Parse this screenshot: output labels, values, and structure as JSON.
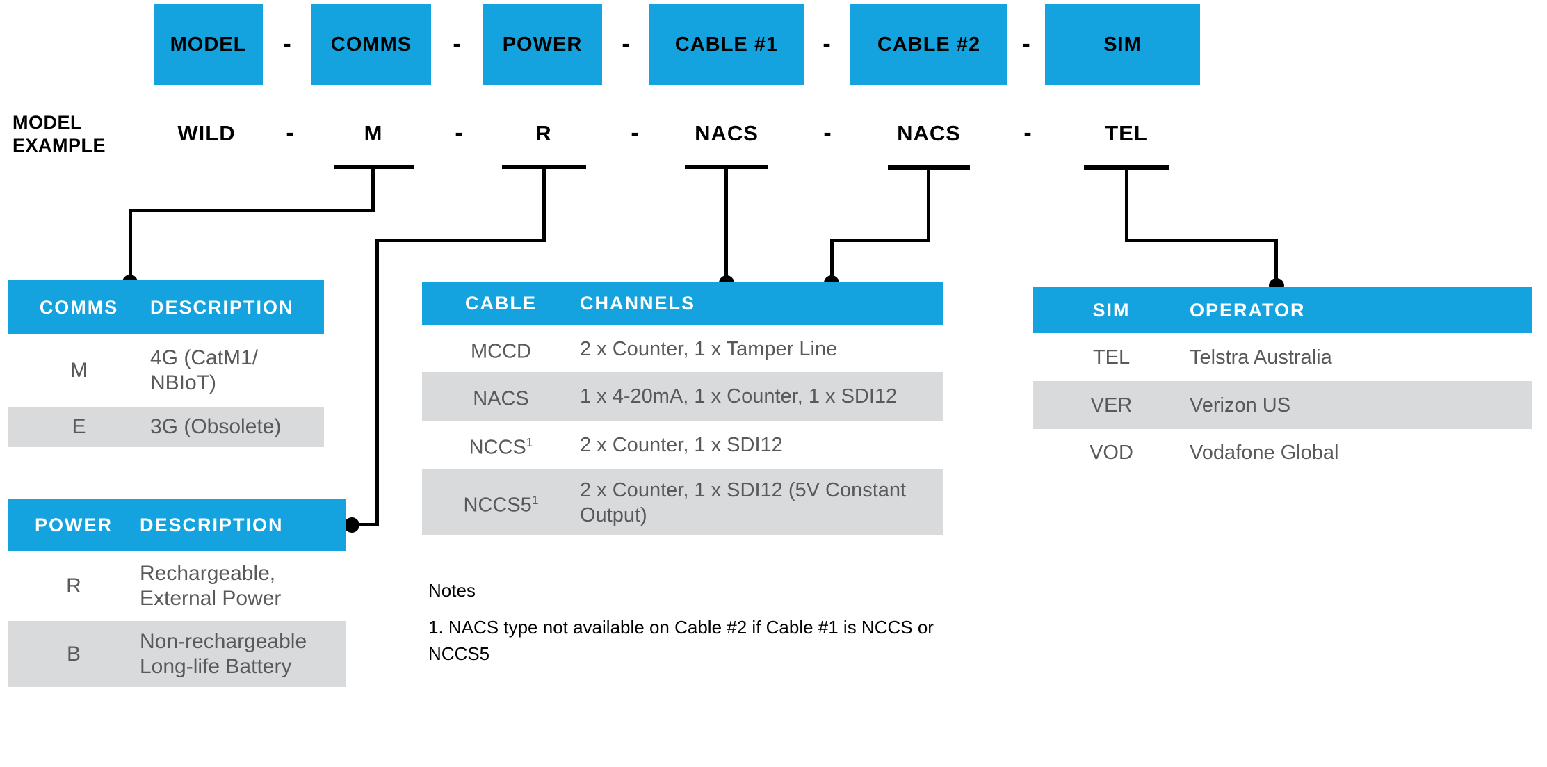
{
  "palette": {
    "accent_blue": "#14A3DE",
    "row_gray": "#D8DADC",
    "table_text_gray": "#58595B",
    "line_black": "#000000"
  },
  "code_format": {
    "segments": [
      "MODEL",
      "COMMS",
      "POWER",
      "CABLE #1",
      "CABLE #2",
      "SIM"
    ],
    "separator": "-"
  },
  "example": {
    "label_line1": "MODEL",
    "label_line2": "EXAMPLE",
    "codes": [
      "WILD",
      "M",
      "R",
      "NACS",
      "NACS",
      "TEL"
    ],
    "separator": "-"
  },
  "tables": {
    "comms": {
      "title_col1": "COMMS",
      "title_col2": "DESCRIPTION",
      "rows": [
        {
          "code": "M",
          "desc_lines": [
            "4G (CatM1/",
            "NBIoT)"
          ]
        },
        {
          "code": "E",
          "desc_lines": [
            "3G (Obsolete)"
          ]
        }
      ]
    },
    "power": {
      "title_col1": "POWER",
      "title_col2": "DESCRIPTION",
      "rows": [
        {
          "code": "R",
          "desc_lines": [
            "Rechargeable,",
            "External Power"
          ]
        },
        {
          "code": "B",
          "desc_lines": [
            "Non-rechargeable",
            "Long-life Battery"
          ]
        }
      ]
    },
    "cable": {
      "title_col1": "CABLE",
      "title_col2": "CHANNELS",
      "rows": [
        {
          "code": "MCCD",
          "code_sup": "",
          "desc_lines": [
            "2 x Counter, 1 x Tamper Line"
          ]
        },
        {
          "code": "NACS",
          "code_sup": "",
          "desc_lines": [
            "1 x 4-20mA, 1 x Counter, 1 x SDI12"
          ]
        },
        {
          "code": "NCCS",
          "code_sup": "1",
          "desc_lines": [
            "2 x Counter, 1 x SDI12"
          ]
        },
        {
          "code": "NCCS5",
          "code_sup": "1",
          "desc_lines": [
            "2 x Counter, 1 x SDI12 (5V Constant",
            "Output)"
          ]
        }
      ]
    },
    "sim": {
      "title_col1": "SIM",
      "title_col2": "OPERATOR",
      "rows": [
        {
          "code": "TEL",
          "desc_lines": [
            "Telstra Australia"
          ]
        },
        {
          "code": "VER",
          "desc_lines": [
            "Verizon US"
          ]
        },
        {
          "code": "VOD",
          "desc_lines": [
            "Vodafone Global"
          ]
        }
      ]
    }
  },
  "notes": {
    "title": "Notes",
    "lines": [
      "1.  NACS type not available on Cable #2 if Cable #1 is NCCS or",
      "NCCS5"
    ]
  }
}
